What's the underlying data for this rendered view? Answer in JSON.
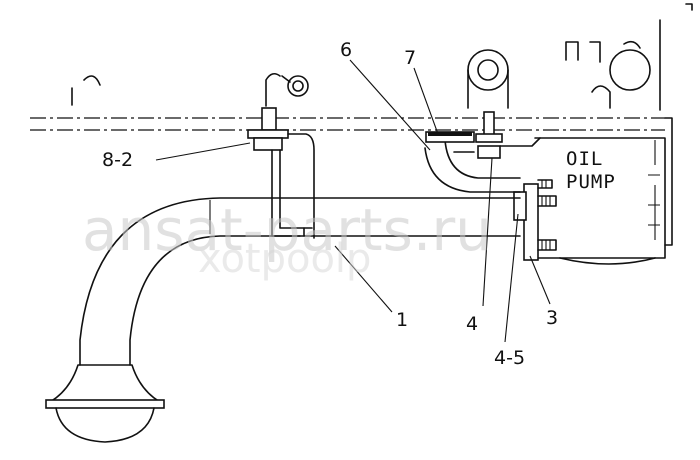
{
  "labels": {
    "part_1": "1",
    "part_3": "3",
    "part_4": "4",
    "part_4_5": "4-5",
    "part_6": "6",
    "part_7": "7",
    "part_8_2": "8-2",
    "oil_pump_line1": "OIL",
    "oil_pump_line2": "PUMP"
  },
  "watermark": {
    "main": "ansat-parts.ru",
    "secondary": "xotpoolp"
  }
}
